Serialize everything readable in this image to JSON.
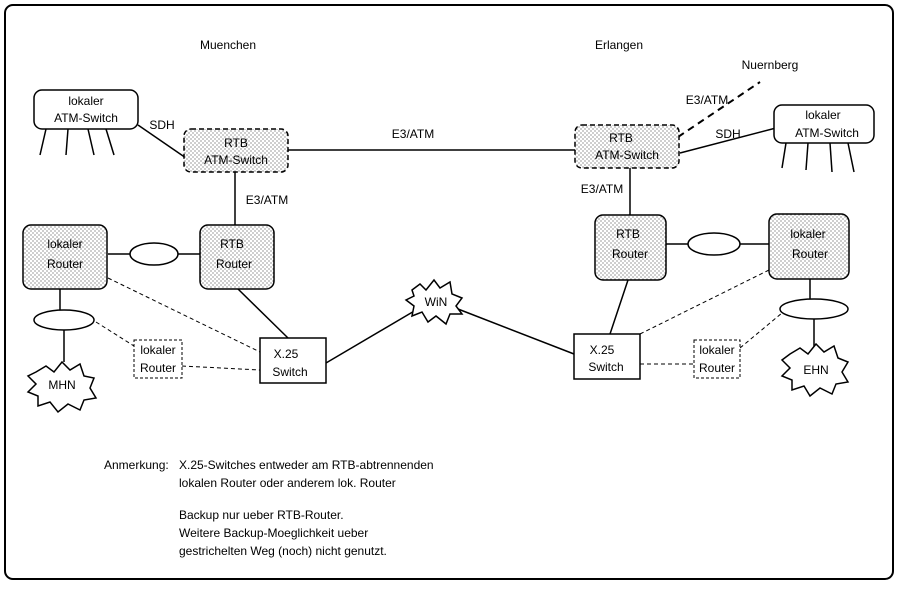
{
  "cities": {
    "muenchen": "Muenchen",
    "erlangen": "Erlangen",
    "nuernberg": "Nuernberg"
  },
  "links": {
    "e3atm": "E3/ATM",
    "sdh": "SDH"
  },
  "nodes": {
    "lokaler_atm_l1": "lokaler",
    "lokaler_atm_l2": "ATM-Switch",
    "rtb_atm_l1": "RTB",
    "rtb_atm_l2": "ATM-Switch",
    "lokaler_router_l1": "lokaler",
    "lokaler_router_l2": "Router",
    "rtb_router_l1": "RTB",
    "rtb_router_l2": "Router",
    "x25_l1": "X.25",
    "x25_l2": "Switch",
    "win": "WiN",
    "mhn": "MHN",
    "ehn": "EHN"
  },
  "notes": {
    "label": "Anmerkung:",
    "line1": "X.25-Switches entweder am RTB-abtrennenden",
    "line2": "lokalen Router oder anderem lok. Router",
    "line3": "Backup nur ueber RTB-Router.",
    "line4": "Weitere Backup-Moeglichkeit ueber",
    "line5": "gestrichelten Weg (noch)  nicht genutzt."
  }
}
